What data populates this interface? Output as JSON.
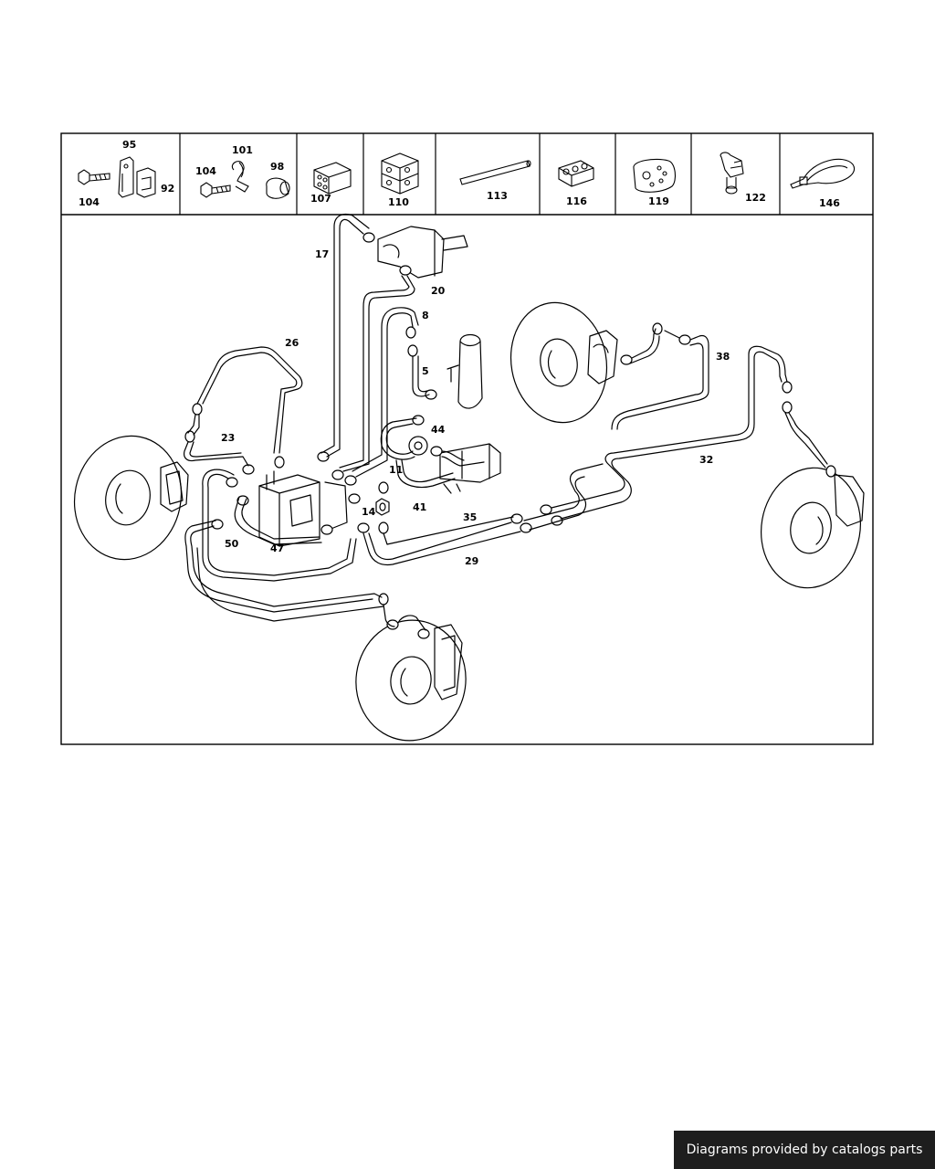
{
  "footer": {
    "credit": "Diagrams provided by catalogs parts"
  },
  "parts_strip": {
    "cell1": {
      "top": "95",
      "left": "104",
      "right": "92"
    },
    "cell2": {
      "top": "101",
      "left": "104",
      "right": "98"
    },
    "cell3": "107",
    "cell4": "110",
    "cell5": "113",
    "cell6": "116",
    "cell7": "119",
    "cell8": "122",
    "cell9": "146"
  },
  "callouts": {
    "c17": "17",
    "c20": "20",
    "c8": "8",
    "c5": "5",
    "c26": "26",
    "c44": "44",
    "c23": "23",
    "c11": "11",
    "c14": "14",
    "c41": "41",
    "c35": "35",
    "c50": "50",
    "c47": "47",
    "c29": "29",
    "c38": "38",
    "c32": "32"
  }
}
